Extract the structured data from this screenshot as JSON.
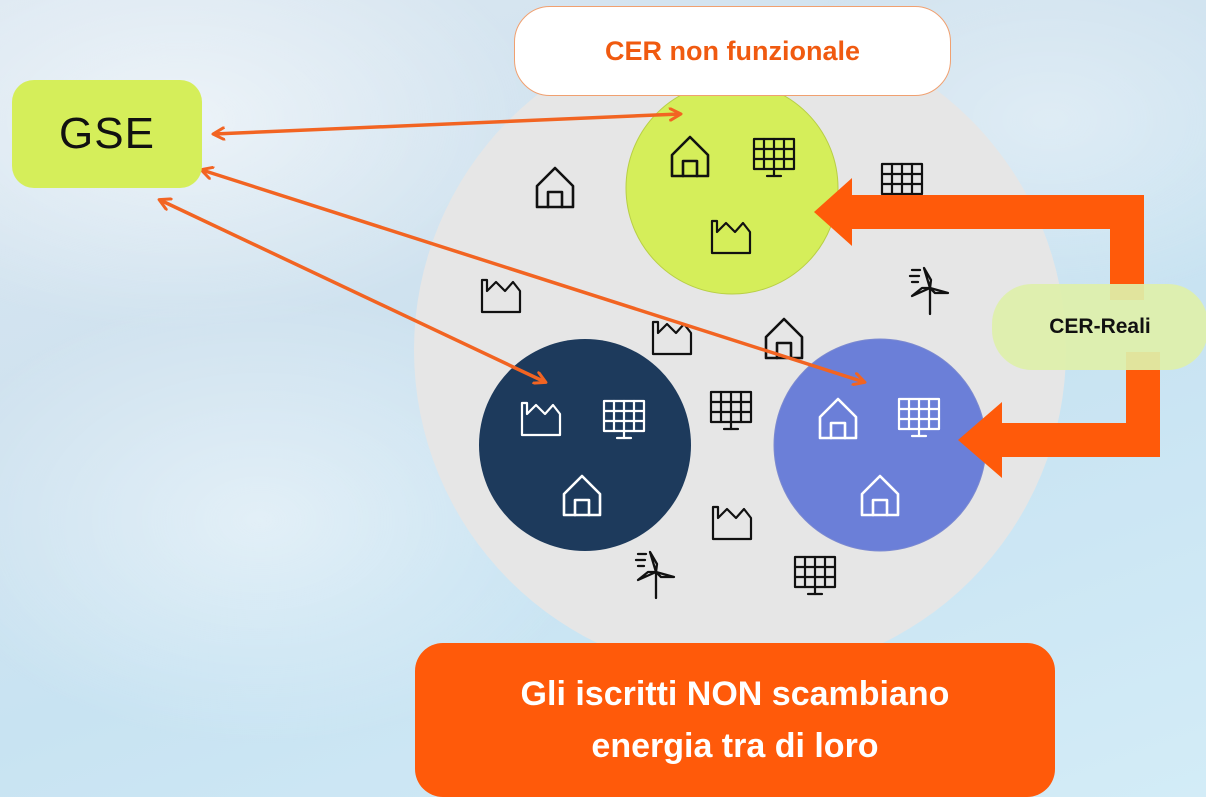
{
  "gse_label": "GSE",
  "cer_non_funzionale_label": "CER non funzionale",
  "cer_reali_label": "CER-Reali",
  "message": {
    "line1": "Gli iscritti NON scambiano",
    "line2": "energia tra di loro"
  },
  "colors": {
    "accent_orange": "#ff5a0a",
    "arrow_orange": "#f26422",
    "gse_green": "#d5ee5a",
    "community_grey": "#e6e6e6",
    "cer_green": "#d5ee5a",
    "cer_navy": "#1d3a5c",
    "cer_periwinkle": "#6b7fd8"
  },
  "icons": {
    "community_circle": [
      "house-icon",
      "factory-icon",
      "solar-panel-icon",
      "wind-turbine-icon"
    ],
    "green_cer": [
      "house-icon",
      "solar-panel-icon",
      "factory-icon"
    ],
    "navy_cer": [
      "factory-icon",
      "solar-panel-icon",
      "house-icon"
    ],
    "blue_cer": [
      "house-icon",
      "solar-panel-icon",
      "house-icon"
    ]
  }
}
